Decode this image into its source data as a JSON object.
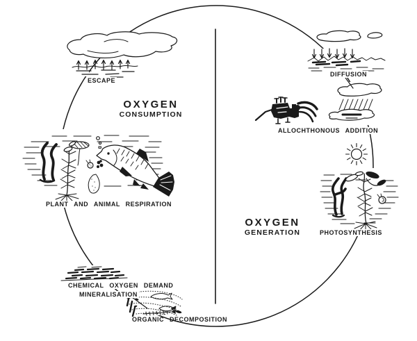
{
  "colors": {
    "ink": "#1a1a1a",
    "paper": "#ffffff"
  },
  "labels": {
    "escape": "ESCAPE",
    "consumption_title": "OXYGEN",
    "consumption_subtitle": "CONSUMPTION",
    "respiration": "PLANT AND ANIMAL RESPIRATION",
    "chemical_oxygen_demand": "CHEMICAL OXYGEN DEMAND",
    "mineralisation": "MINERALISATION",
    "organic_decomposition": "ORGANIC DECOMPOSITION",
    "diffusion": "DIFFUSION",
    "allochthonous_addition": "ALLOCHTHONOUS ADDITION",
    "generation_title": "OXYGEN",
    "generation_subtitle": "GENERATION",
    "photosynthesis": "PHOTOSYNTHESIS"
  },
  "illustrations": [
    "escape-cloud",
    "escape-up-arrows",
    "water-surface",
    "underwater-respiration-scene",
    "fish",
    "aquatic-plants",
    "sediment-layers",
    "organic-detritus",
    "diffusion-clouds",
    "diffusion-down-arrows",
    "choppy-water-surface",
    "rain-cloud",
    "rain",
    "puddle",
    "pump-machine",
    "sun",
    "underwater-photosynthesis-scene",
    "snail"
  ]
}
